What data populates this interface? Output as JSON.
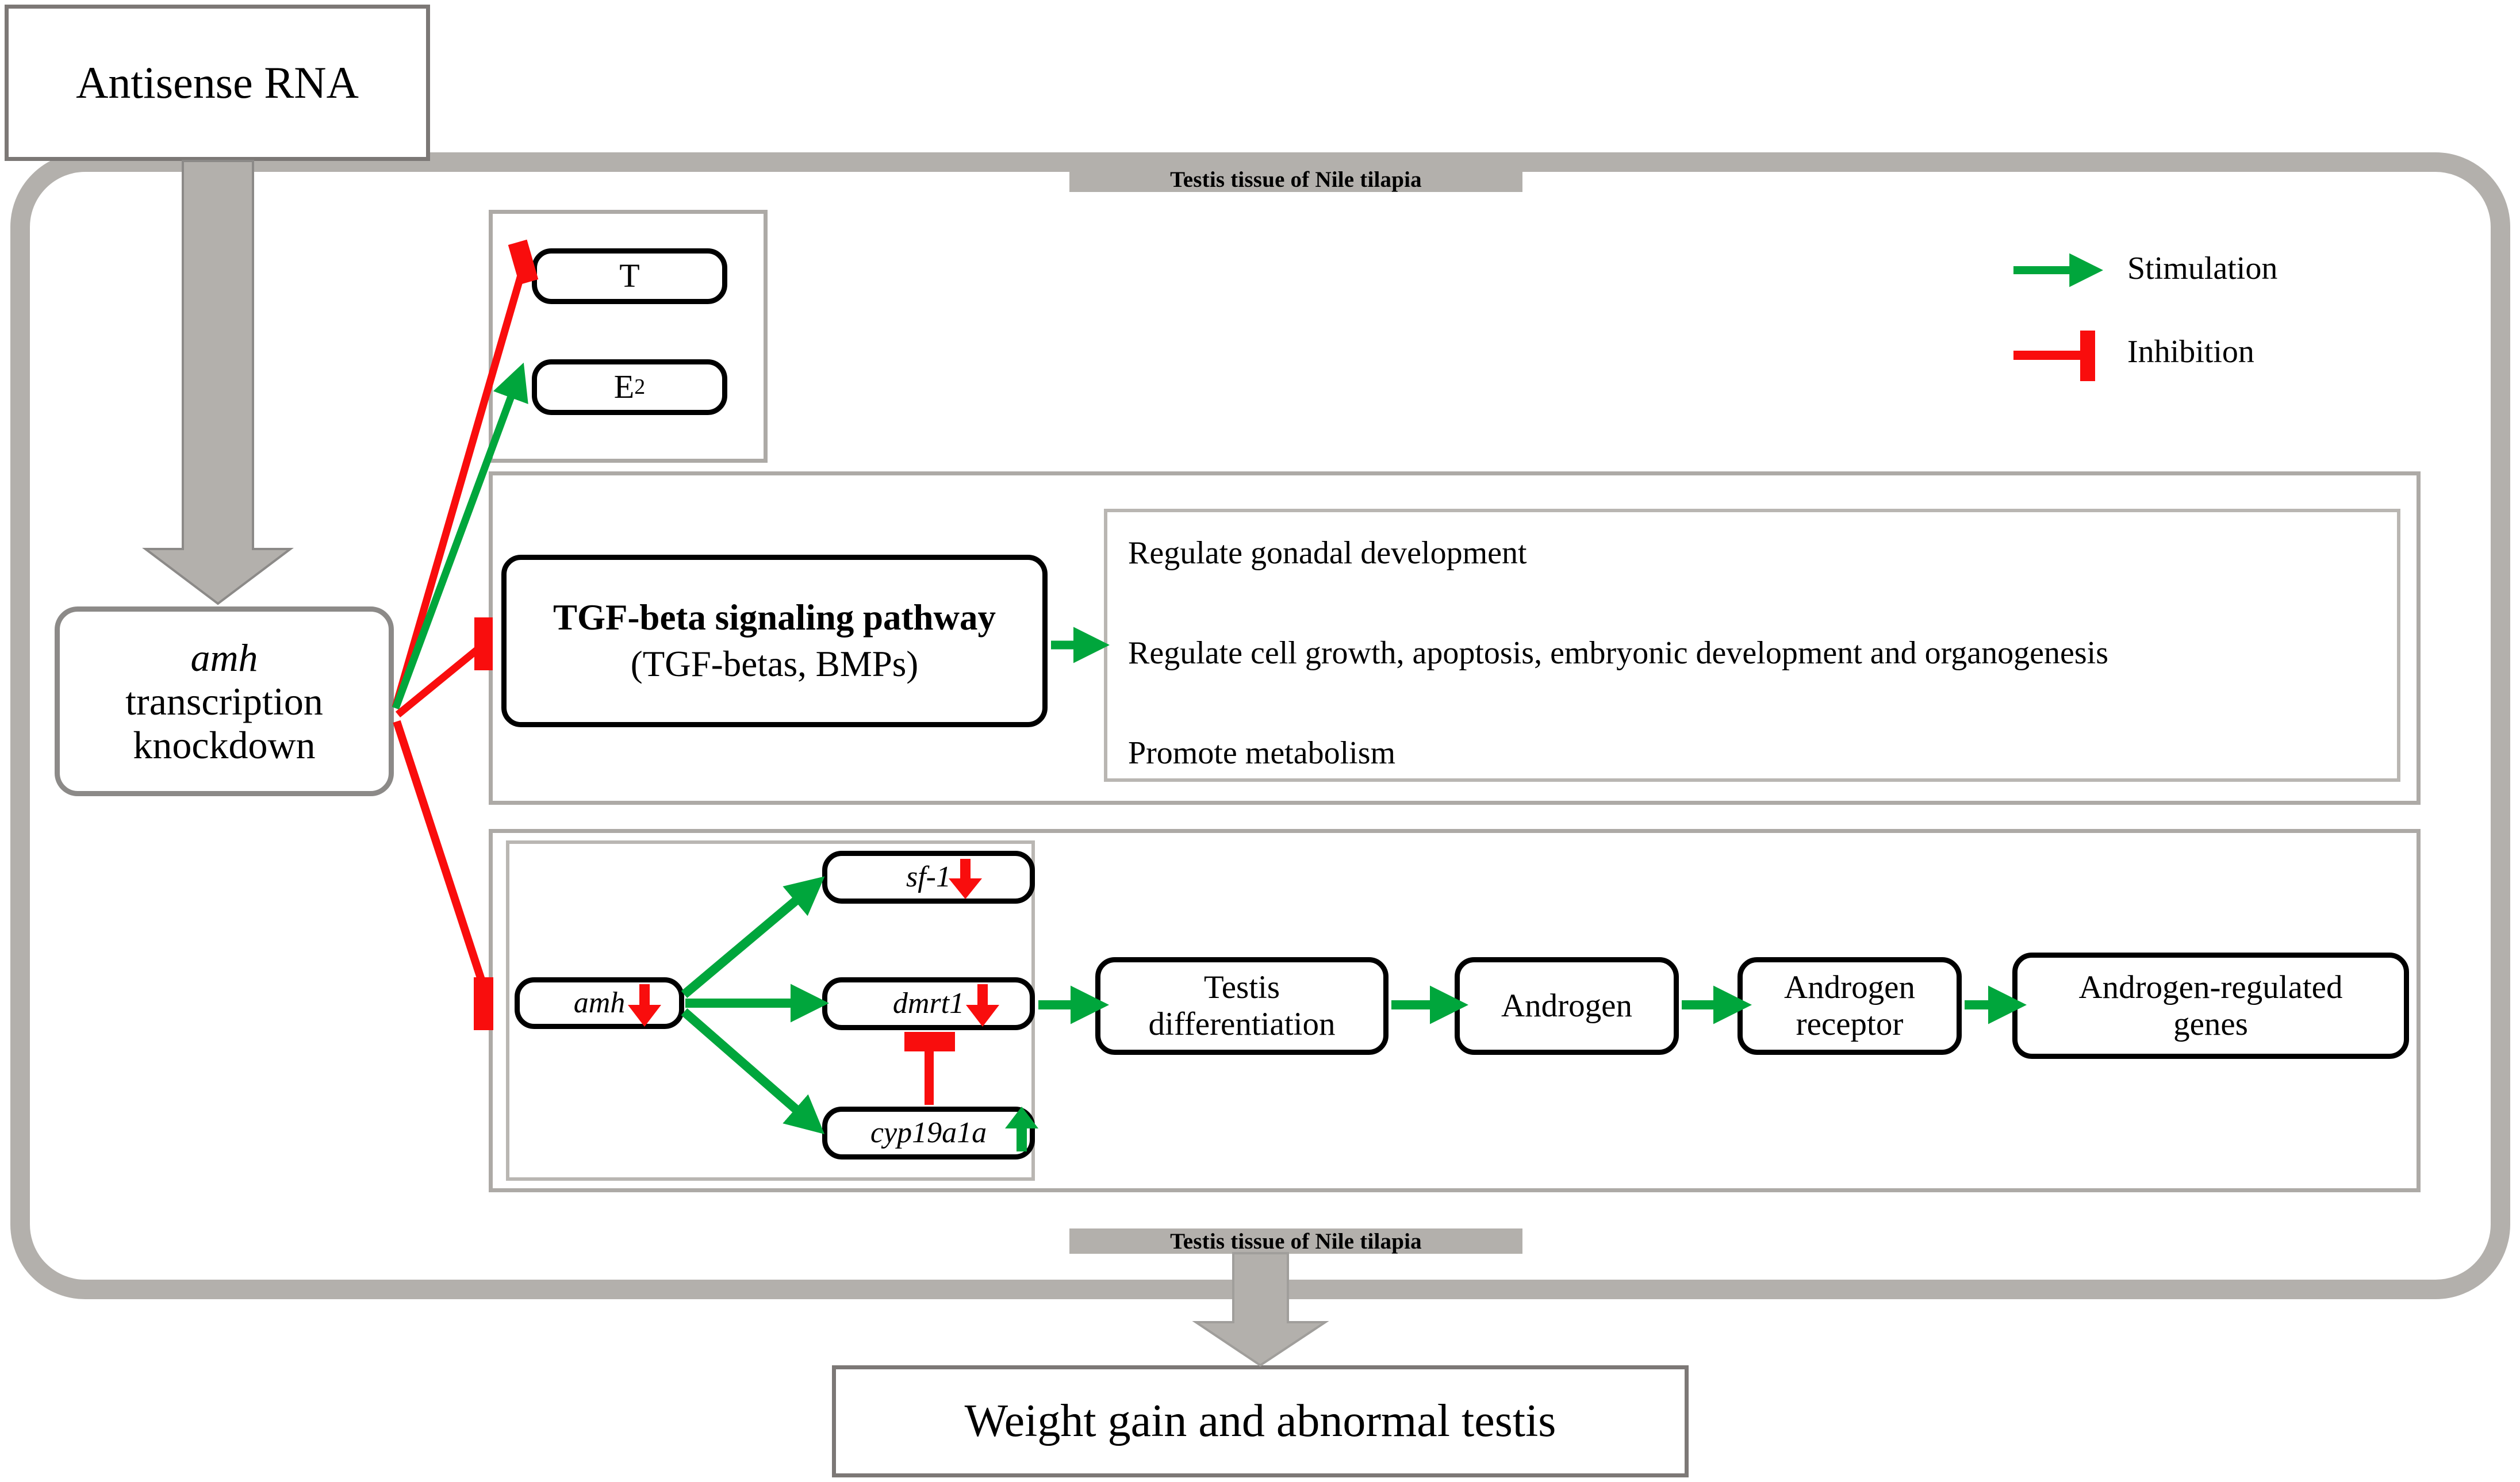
{
  "figure": {
    "title_top_tag": "Testis tissue of Nile tilapia",
    "title_bottom_tag": "Testis tissue of Nile tilapia"
  },
  "colors": {
    "stimulation": "#00a63c",
    "inhibition": "#f90d0d",
    "frame_grey": "#b3b0ac",
    "panel_grey": "#adaaa6",
    "box_grey": "#7c7876",
    "node_black": "#000000"
  },
  "legend": {
    "items": [
      {
        "icon": "green-arrow-icon",
        "label": "Stimulation",
        "color": "#00a63c"
      },
      {
        "icon": "red-bar-icon",
        "label": "Inhibition",
        "color": "#f90d0d"
      }
    ]
  },
  "nodes": {
    "antisense_rna": "Antisense RNA",
    "amh_knockdown": {
      "line1": "amh",
      "line2": "transcription",
      "line3": "knockdown"
    },
    "hormones": [
      {
        "label": "T",
        "sub": ""
      },
      {
        "label": "E",
        "sub": "2"
      }
    ],
    "tgf": {
      "line1": "TGF-beta signaling pathway",
      "line2": "(TGF-betas, BMPs)"
    },
    "effects": [
      "Regulate gonadal development",
      "Regulate cell growth, apoptosis, embryonic development and organogenesis",
      "Promote metabolism"
    ],
    "genes": [
      {
        "label": "sf-1",
        "trend": "down",
        "trend_color": "#f90d0d"
      },
      {
        "label": "dmrt1",
        "trend": "down",
        "trend_color": "#f90d0d"
      },
      {
        "label": "cyp19a1a",
        "trend": "up",
        "trend_color": "#00a63c"
      }
    ],
    "amh_gene": {
      "label": "amh",
      "trend": "down",
      "trend_color": "#f90d0d"
    },
    "chain": [
      {
        "line1": "Testis",
        "line2": "differentiation"
      },
      {
        "line1": "Androgen",
        "line2": ""
      },
      {
        "line1": "Androgen",
        "line2": "receptor"
      },
      {
        "line1": "Androgen-regulated",
        "line2": "genes"
      }
    ],
    "outcome": "Weight gain and abnormal testis"
  },
  "edges": [
    {
      "from": "amh_knockdown",
      "to": "T",
      "type": "inhibition"
    },
    {
      "from": "amh_knockdown",
      "to": "E2",
      "type": "stimulation"
    },
    {
      "from": "amh_knockdown",
      "to": "tgf",
      "type": "inhibition"
    },
    {
      "from": "amh_knockdown",
      "to": "amh_gene",
      "type": "inhibition"
    },
    {
      "from": "tgf",
      "to": "effects",
      "type": "stimulation"
    },
    {
      "from": "amh_gene",
      "to": "sf-1",
      "type": "stimulation"
    },
    {
      "from": "amh_gene",
      "to": "dmrt1",
      "type": "stimulation"
    },
    {
      "from": "amh_gene",
      "to": "cyp19a1a",
      "type": "stimulation"
    },
    {
      "from": "dmrt1",
      "to": "cyp19a1a",
      "type": "inhibition"
    },
    {
      "from": "dmrt1",
      "to": "Testis differentiation",
      "type": "stimulation"
    },
    {
      "from": "Testis differentiation",
      "to": "Androgen",
      "type": "stimulation"
    },
    {
      "from": "Androgen",
      "to": "Androgen receptor",
      "type": "stimulation"
    },
    {
      "from": "Androgen receptor",
      "to": "Androgen-regulated genes",
      "type": "stimulation"
    }
  ]
}
